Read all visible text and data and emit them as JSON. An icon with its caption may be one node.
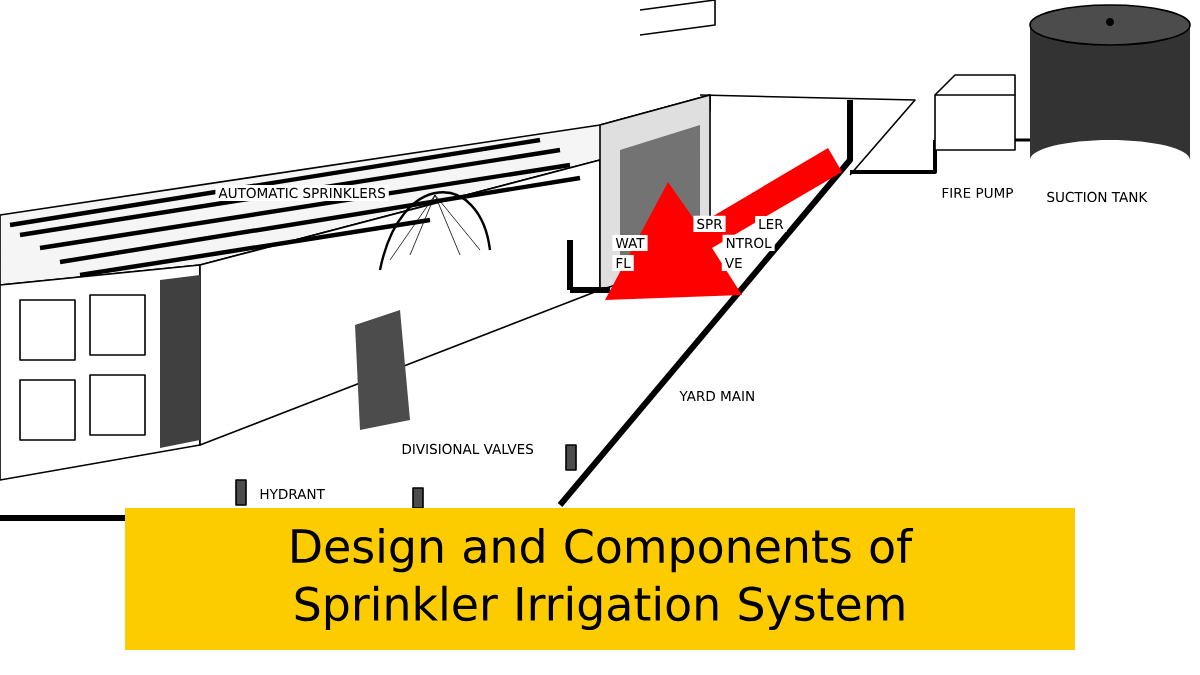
{
  "diagram": {
    "title": "Design and Components of Sprinkler Irrigation System",
    "labels": [
      "AUTOMATIC SPRINKLERS",
      "SPR",
      "LER",
      "WAT",
      "NTROL",
      "FL",
      "VE",
      "FIRE PUMP",
      "SUCTION TANK",
      "YARD MAIN",
      "DIVISIONAL VALVES",
      "HYDRANT"
    ]
  }
}
